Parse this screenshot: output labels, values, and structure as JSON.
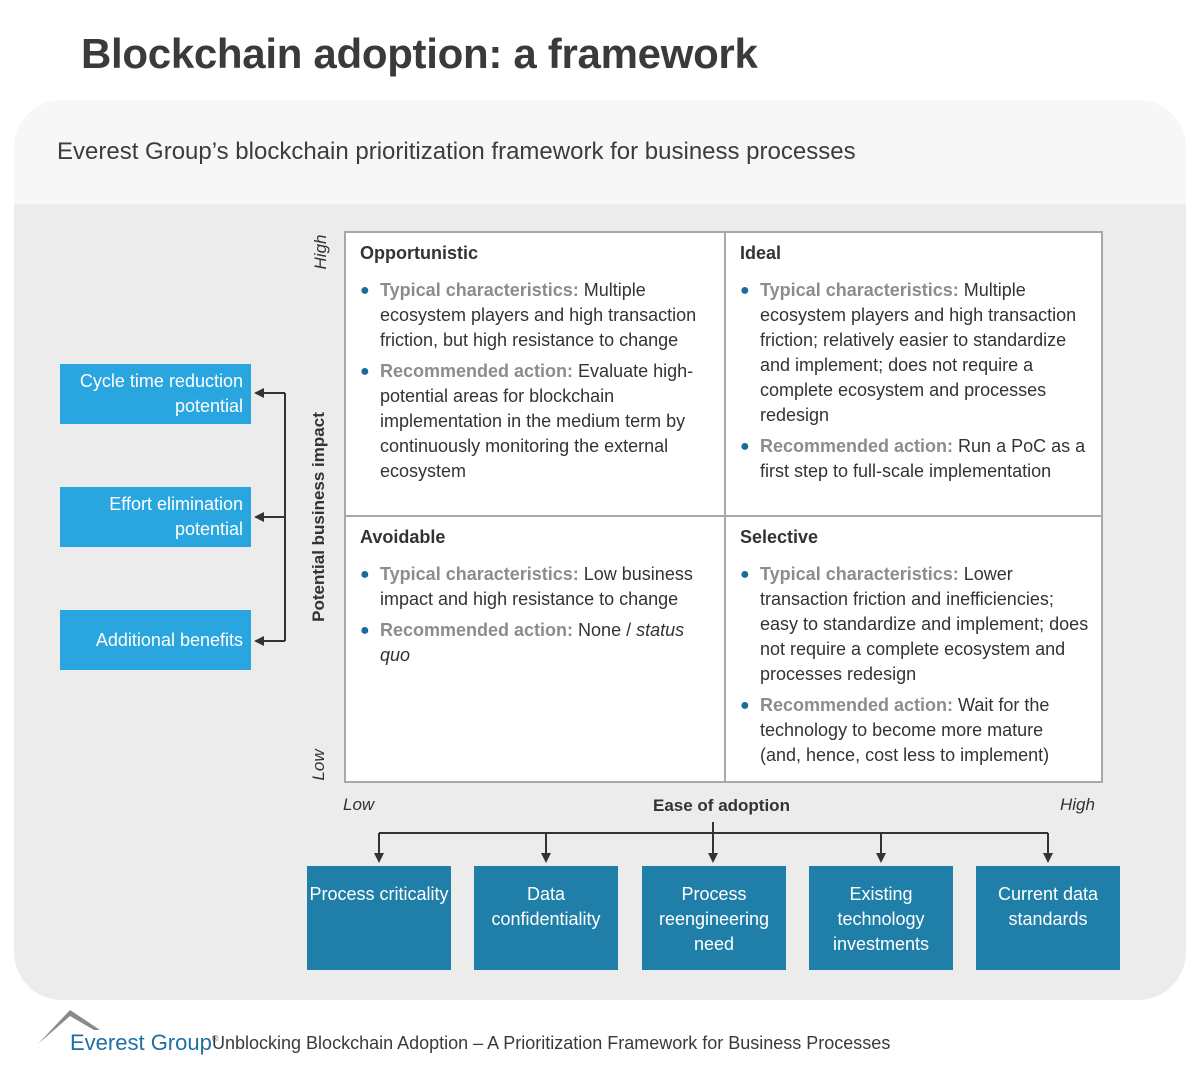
{
  "title": "Blockchain adoption: a framework",
  "subtitle": "Everest Group’s blockchain prioritization framework for business processes",
  "benefits": [
    "Cycle time reduction potential",
    "Effort elimination potential",
    "Additional benefits"
  ],
  "y_axis": {
    "title": "Potential business impact",
    "high": "High",
    "low": "Low"
  },
  "x_axis": {
    "title": "Ease of adoption",
    "low": "Low",
    "high": "High"
  },
  "quadrants": {
    "opportunistic": {
      "title": "Opportunistic",
      "char_label": "Typical characteristics:",
      "char_text": " Multiple ecosystem players and high transaction friction, but high resistance to change",
      "action_label": "Recommended action:",
      "action_text": " Evaluate high-potential areas for blockchain implementation in the medium term by continuously monitoring the external ecosystem"
    },
    "ideal": {
      "title": "Ideal",
      "char_label": "Typical characteristics:",
      "char_text": " Multiple ecosystem players and high transaction friction; relatively easier to standardize and implement; does not require a complete ecosystem and processes redesign",
      "action_label": "Recommended action:",
      "action_text": " Run a PoC as a first step to full-scale implementation"
    },
    "avoidable": {
      "title": "Avoidable",
      "char_label": "Typical characteristics:",
      "char_text": " Low business impact and high resistance to change",
      "action_label": "Recommended action:",
      "action_text": " None / ",
      "action_italic": "status quo"
    },
    "selective": {
      "title": "Selective",
      "char_label": "Typical characteristics:",
      "char_text": " Lower transaction friction and inefficiencies; easy to standardize and implement; does not require a complete ecosystem and processes redesign",
      "action_label": "Recommended action:",
      "action_text": " Wait for the technology to become more mature (and, hence, cost less to implement)"
    }
  },
  "drivers": [
    "Process criticality",
    "Data confidentiality",
    "Process reengineering need",
    "Existing technology investments",
    "Current data standards"
  ],
  "footer": {
    "brand": "Everest Group",
    "registered": "®",
    "text": "Unblocking Blockchain Adoption – A Prioritization Framework for Business Processes"
  },
  "colors": {
    "benefit_box": "#29a5df",
    "driver_box": "#1f7fa9",
    "bullet": "#1a6a9b"
  }
}
